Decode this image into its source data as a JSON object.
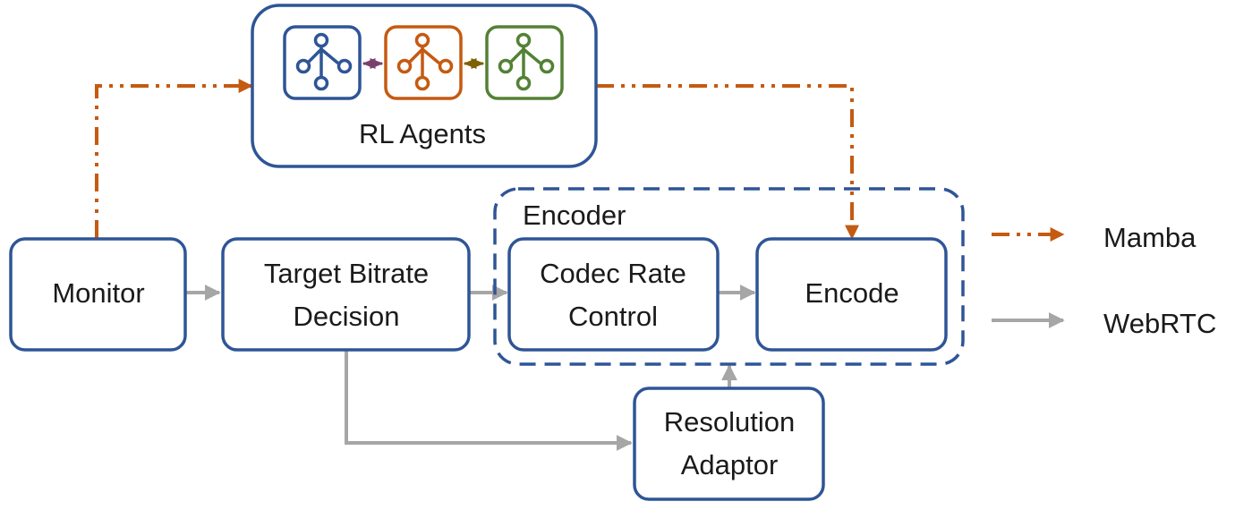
{
  "diagram": {
    "agents_label": "RL Agents",
    "monitor_label": "Monitor",
    "target_bitrate_line1": "Target Bitrate",
    "target_bitrate_line2": "Decision",
    "encoder_group_label": "Encoder",
    "codec_rate_line1": "Codec Rate",
    "codec_rate_line2": "Control",
    "encode_label": "Encode",
    "resolution_line1": "Resolution",
    "resolution_line2": "Adaptor"
  },
  "legend": {
    "mamba_label": "Mamba",
    "webrtc_label": "WebRTC"
  },
  "colors": {
    "box_border": "#2e5596",
    "mamba_arrow": "#c55a11",
    "webrtc_arrow": "#a6a6a6",
    "agent_blue": "#2e5596",
    "agent_orange": "#c55a11",
    "agent_green": "#538135",
    "agent_link_left": "#7b3f6e",
    "agent_link_right": "#7f6000"
  },
  "icons": {
    "agent_icon": "git-branch-icon"
  }
}
